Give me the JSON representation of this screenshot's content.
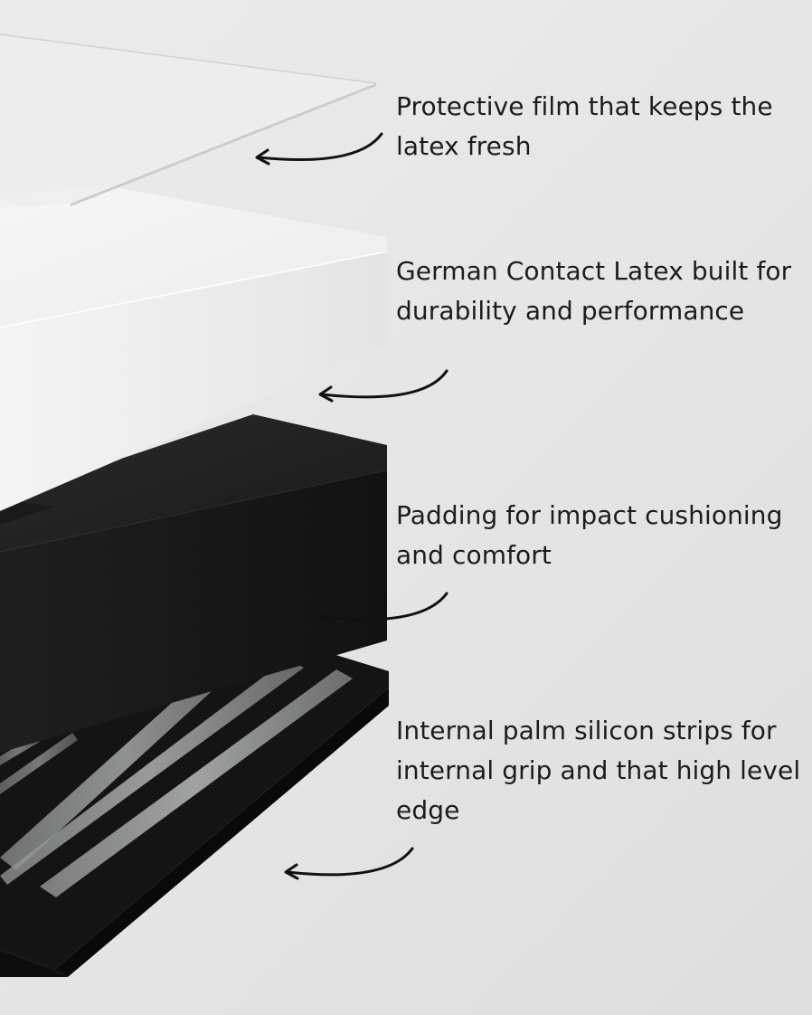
{
  "callouts": [
    {
      "id": "film",
      "text": "Protective film that keeps the latex fresh"
    },
    {
      "id": "latex",
      "text": "German Contact Latex built for durability and performance"
    },
    {
      "id": "padding",
      "text": "Padding for impact cushioning and comfort"
    },
    {
      "id": "strips",
      "text": "Internal palm silicon strips for internal grip and that high level edge"
    }
  ],
  "colors": {
    "background": "#e6e6e6",
    "text": "#1c1c1c",
    "latex_layer": "#f2f2f2",
    "padding_layer": "#1e1e1e",
    "base_layer": "#151515",
    "film_layer": "#e9eaea",
    "arrow": "#111111"
  },
  "icons": {
    "arrow": "curved-arrow-icon"
  }
}
